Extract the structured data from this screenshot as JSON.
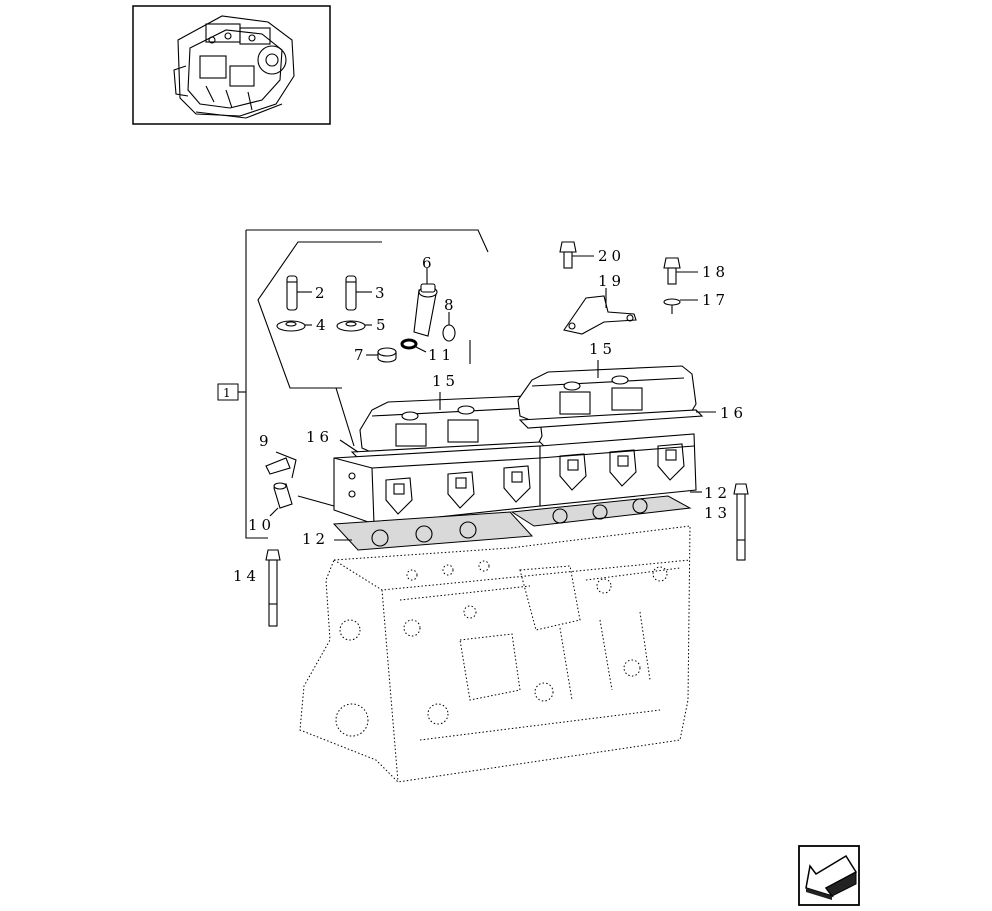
{
  "thumbnail": {
    "icon": "engine-overview-thumbnail"
  },
  "callouts": [
    {
      "id": "c1",
      "label": "1"
    },
    {
      "id": "c2",
      "label": "2"
    },
    {
      "id": "c3",
      "label": "3"
    },
    {
      "id": "c4",
      "label": "4"
    },
    {
      "id": "c5",
      "label": "5"
    },
    {
      "id": "c6",
      "label": "6"
    },
    {
      "id": "c7",
      "label": "7"
    },
    {
      "id": "c8",
      "label": "8"
    },
    {
      "id": "c9",
      "label": "9"
    },
    {
      "id": "c10",
      "label": "10"
    },
    {
      "id": "c11",
      "label": "11"
    },
    {
      "id": "c12a",
      "label": "12"
    },
    {
      "id": "c12b",
      "label": "12"
    },
    {
      "id": "c13",
      "label": "13"
    },
    {
      "id": "c14",
      "label": "14"
    },
    {
      "id": "c15a",
      "label": "15"
    },
    {
      "id": "c15b",
      "label": "15"
    },
    {
      "id": "c16a",
      "label": "16"
    },
    {
      "id": "c16b",
      "label": "16"
    },
    {
      "id": "c17",
      "label": "17"
    },
    {
      "id": "c18",
      "label": "18"
    },
    {
      "id": "c19",
      "label": "19"
    },
    {
      "id": "c20",
      "label": "20"
    }
  ],
  "nav": {
    "icon": "previous-page-arrow-icon"
  }
}
